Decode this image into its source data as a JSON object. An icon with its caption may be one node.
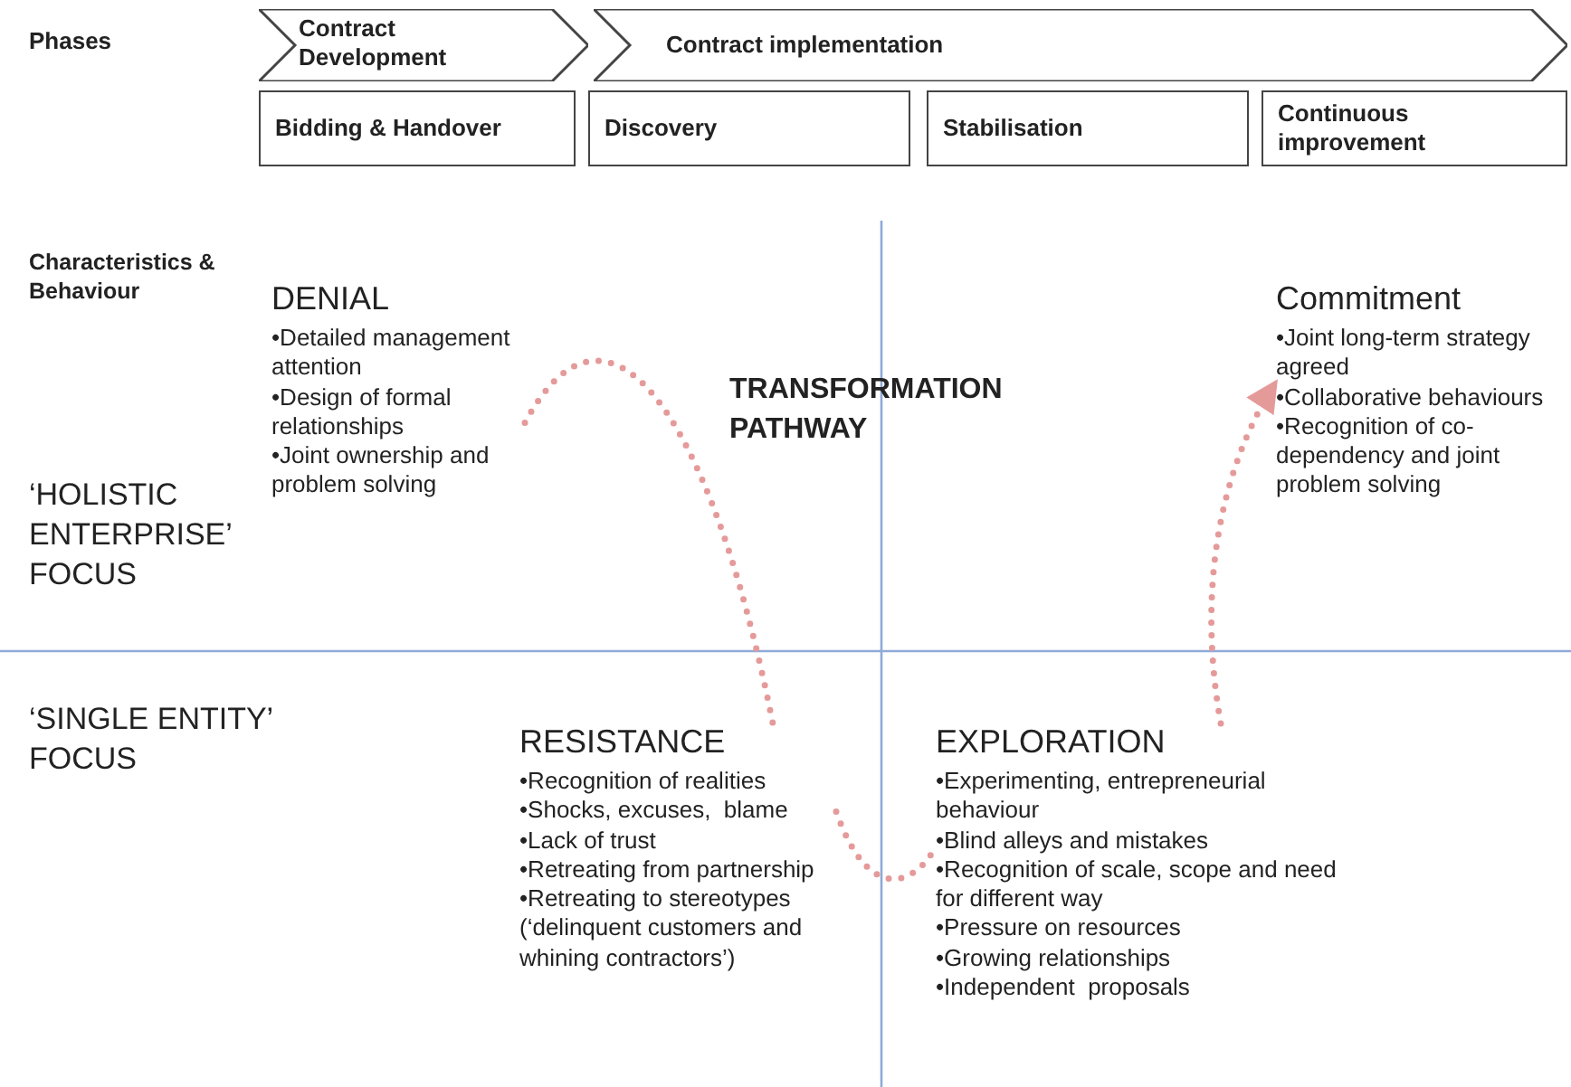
{
  "diagram": {
    "nodes": [
      {
        "text": [
          "Contract Development"
        ]
      },
      {
        "text": [
          "Contract implementation"
        ]
      },
      {
        "text": [
          "Bidding & Handover"
        ]
      },
      {
        "text": [
          "Discovery"
        ]
      },
      {
        "text": [
          "Stabilisation"
        ]
      },
      {
        "text": [
          "Continuous improvement"
        ]
      },
      {
        "text": [
          "DENIAL",
          "•Detailed management attention",
          "•Design of formal relationships",
          "•Joint ownership and problem solving"
        ]
      },
      {
        "text": [
          "Commitment",
          "•Joint long-term strategy agreed",
          "•Collaborative behaviours",
          "•Recognition of co-dependency and joint problem solving"
        ]
      },
      {
        "text": [
          "RESISTANCE",
          "•Recognition of realities",
          "•Shocks, excuses,  blame",
          "•Lack of trust",
          "•Retreating from partnership",
          "•Retreating to stereotypes (‘delinquent customers and whining contractors’)"
        ]
      },
      {
        "text": [
          "EXPLORATION",
          "•Experimenting, entrepreneurial behaviour",
          "•Blind alleys and mistakes",
          "•Recognition of scale, scope and need for different way",
          "•Pressure on resources",
          "•Growing relationships",
          "•Independent  proposals"
        ]
      }
    ],
    "edges": [
      {
        "from": 6,
        "to": 8,
        "arrow": "none",
        "style": "dashed"
      },
      {
        "from": 8,
        "to": 9,
        "arrow": "none",
        "style": "dashed"
      },
      {
        "from": 9,
        "to": 7,
        "arrow": "to",
        "style": "dashed"
      }
    ],
    "labels": [
      "Phases",
      "Characteristics & Behaviour",
      "‘HOLISTIC ENTERPRISE’ FOCUS",
      "TRANSFORMATION PATHWAY",
      "‘SINGLE ENTITY’ FOCUS"
    ]
  }
}
